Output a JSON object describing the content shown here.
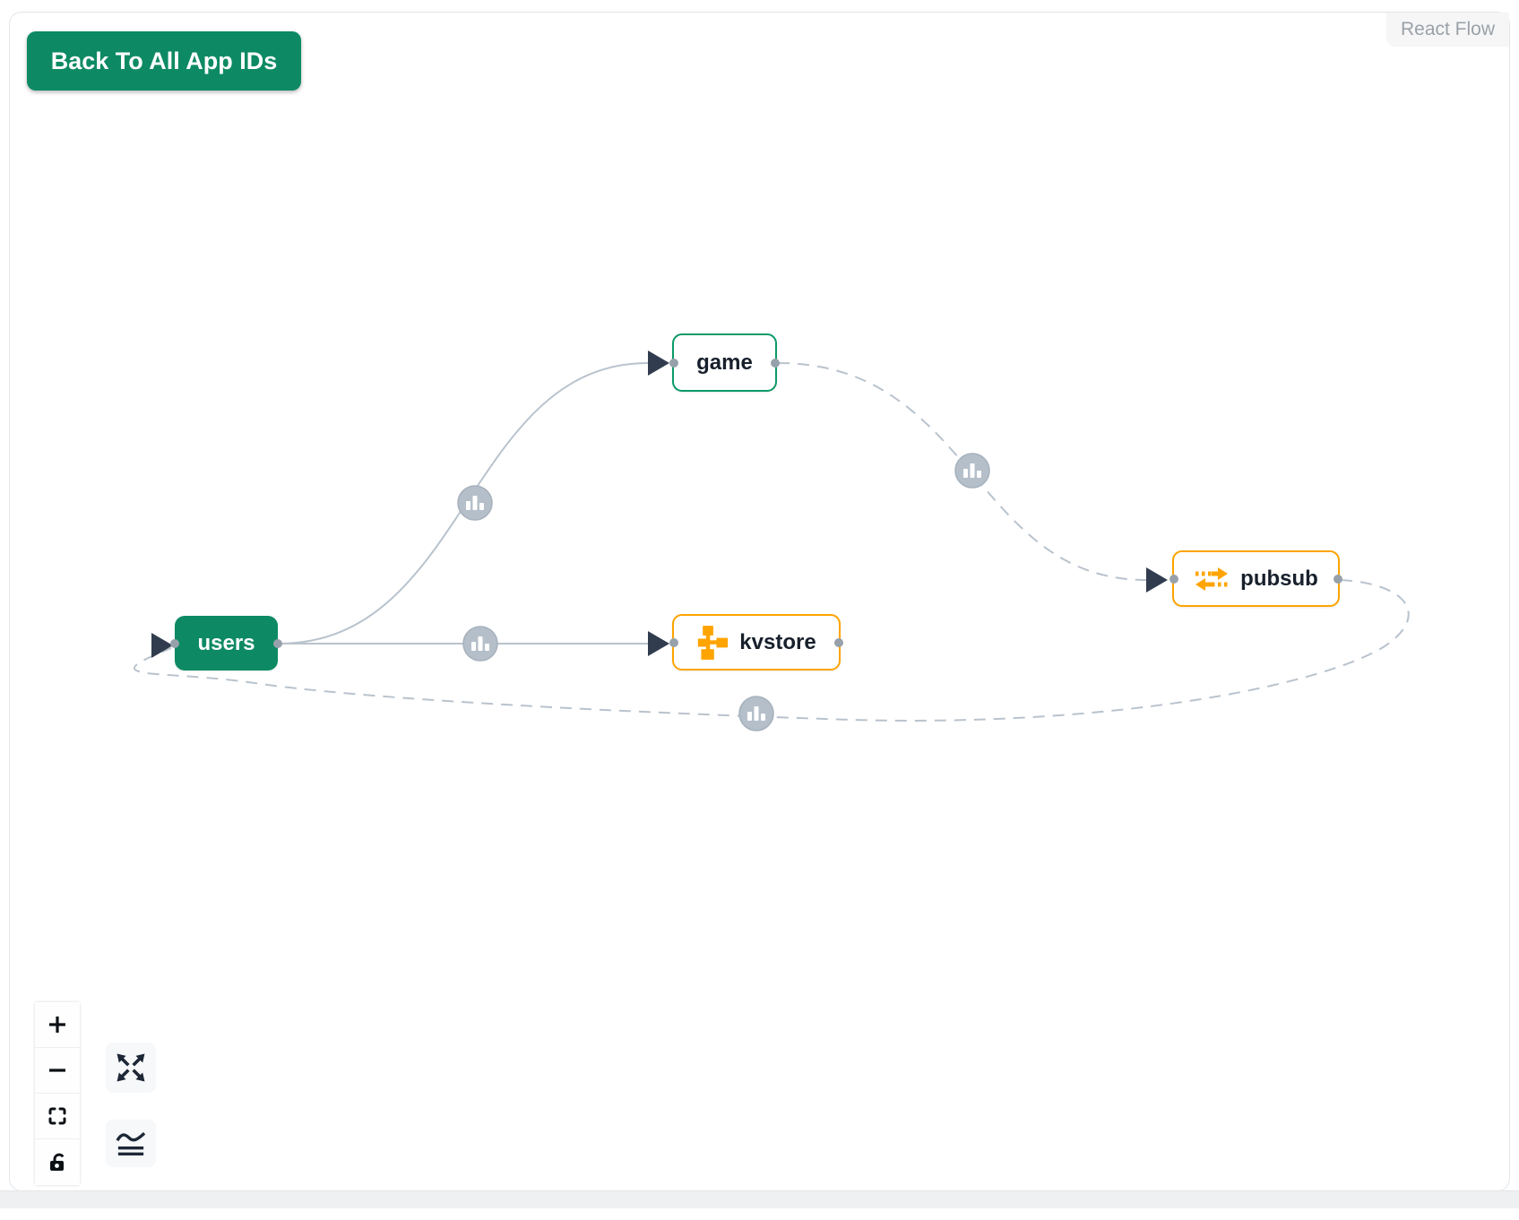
{
  "toolbar": {
    "back_button_label": "Back To All App IDs"
  },
  "attribution": {
    "label": "React Flow"
  },
  "canvas": {
    "nodes": [
      {
        "id": "users",
        "label": "users",
        "variant": "filled-green",
        "icon": null
      },
      {
        "id": "game",
        "label": "game",
        "variant": "outline-green",
        "icon": null
      },
      {
        "id": "kvstore",
        "label": "kvstore",
        "variant": "outline-orange",
        "icon": "tree-hierarchy-icon"
      },
      {
        "id": "pubsub",
        "label": "pubsub",
        "variant": "outline-orange",
        "icon": "bidirectional-arrows-icon"
      }
    ],
    "edges": [
      {
        "from": "users",
        "to": "game",
        "line": "solid",
        "badge_icon": "bar-chart-icon"
      },
      {
        "from": "users",
        "to": "kvstore",
        "line": "solid",
        "badge_icon": "bar-chart-icon"
      },
      {
        "from": "game",
        "to": "pubsub",
        "line": "dashed",
        "badge_icon": "bar-chart-icon"
      },
      {
        "from": "pubsub",
        "to": "users",
        "line": "dashed",
        "badge_icon": "bar-chart-icon"
      }
    ]
  },
  "controls": {
    "items": [
      {
        "name": "zoom-in",
        "icon": "plus-icon"
      },
      {
        "name": "zoom-out",
        "icon": "minus-icon"
      },
      {
        "name": "fit-view",
        "icon": "frame-corners-icon"
      },
      {
        "name": "toggle-interactivity",
        "icon": "unlock-icon"
      }
    ]
  },
  "actions": {
    "expand": {
      "icon": "expand-arrows-icon"
    },
    "levels": {
      "icon": "levels-lines-icon"
    }
  },
  "colors": {
    "green": "#0d8a63",
    "green_border": "#0c9a67",
    "orange": "#ffa400",
    "edge_gray": "#b9c3cd",
    "arrow_dark": "#313d4f",
    "badge_fill": "#b5bfca",
    "panel_border": "#e3e5e9"
  }
}
